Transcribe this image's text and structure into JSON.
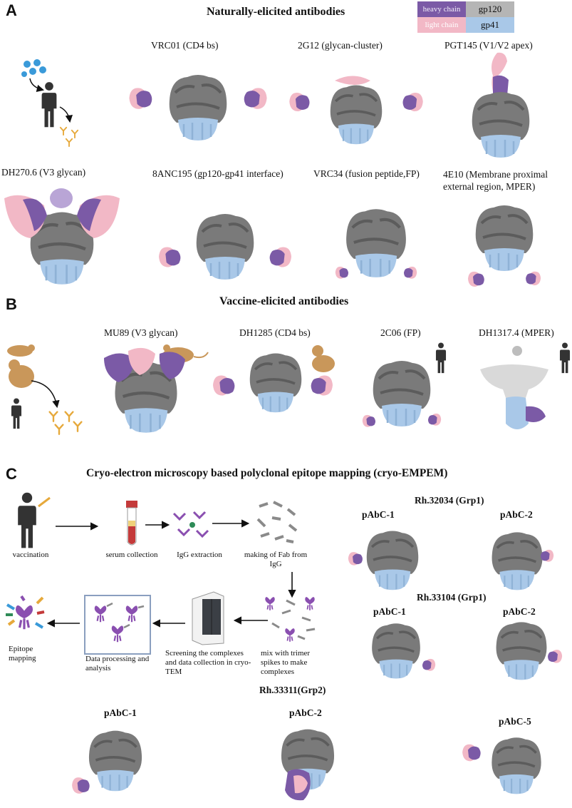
{
  "panels": {
    "a": {
      "letter": "A",
      "title": "Naturally-elicited antibodies"
    },
    "b": {
      "letter": "B",
      "title": "Vaccine-elicited antibodies"
    },
    "c": {
      "letter": "C",
      "title": "Cryo-electron microscopy based polyclonal epitope mapping (cryo-EMPEM)"
    }
  },
  "legend": {
    "heavy_chain": "heavy chain",
    "light_chain": "light chain",
    "gp120": "gp120",
    "gp41": "gp41",
    "colors": {
      "heavy": "#7b5aa6",
      "light": "#f2b8c6",
      "gp120": "#b5b5b5",
      "gp41": "#a9c8e8"
    }
  },
  "natural_antibodies": [
    {
      "label": "VRC01 (CD4 bs)"
    },
    {
      "label": "2G12 (glycan-cluster)"
    },
    {
      "label": "PGT145 (V1/V2 apex)"
    },
    {
      "label": "DH270.6 (V3 glycan)"
    },
    {
      "label": "8ANC195 (gp120-gp41 interface)"
    },
    {
      "label": "VRC34 (fusion peptide,FP)"
    },
    {
      "label": "4E10 (Membrane proximal external region, MPER)"
    }
  ],
  "vaccine_antibodies": [
    {
      "label": "MU89 (V3 glycan)"
    },
    {
      "label": "DH1285 (CD4 bs)"
    },
    {
      "label": "2C06 (FP)"
    },
    {
      "label": "DH1317.4 (MPER)"
    }
  ],
  "workflow": {
    "vaccination": "vaccination",
    "serum": "serum collection",
    "igg": "IgG extraction",
    "fab": "making of Fab from IgG",
    "mix": "mix with trimer spikes to make complexes",
    "screen": "Screening the complexes and data collection in cryo-TEM",
    "processing": "Data processing and analysis",
    "epitope": "Epitope mapping"
  },
  "groups": {
    "rh32034": "Rh.32034 (Grp1)",
    "rh33104": "Rh.33104 (Grp1)",
    "rh33311": "Rh.33311(Grp2)"
  },
  "pabc": {
    "p1": "pAbC-1",
    "p2": "pAbC-2",
    "p5": "pAbC-5"
  }
}
